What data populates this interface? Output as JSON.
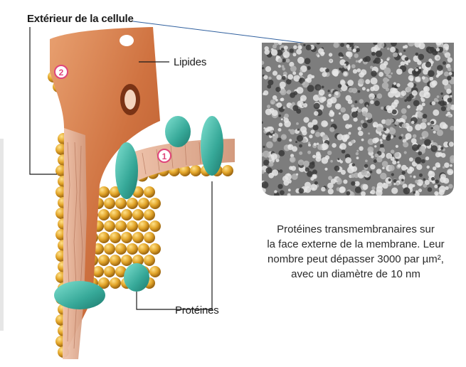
{
  "labels": {
    "exterior": "Extérieur de la cellule",
    "lipids": "Lipides",
    "proteins": "Protéines",
    "marker_1": "1",
    "marker_2": "2"
  },
  "caption": {
    "line1": "Protéines transmembranaires sur",
    "line2": "la face externe de la membrane. Leur",
    "line3": "nombre peut dépasser 3000 par µm²,",
    "line4": "avec un diamètre de 10 nm"
  },
  "colors": {
    "lipid_head": "#e3a62a",
    "lipid_tail": "#d9a58a",
    "membrane_face": "#c8683a",
    "protein": "#3fb3a3",
    "marker": "#e0457b",
    "micrograph_bg": "#7d7d7d"
  }
}
